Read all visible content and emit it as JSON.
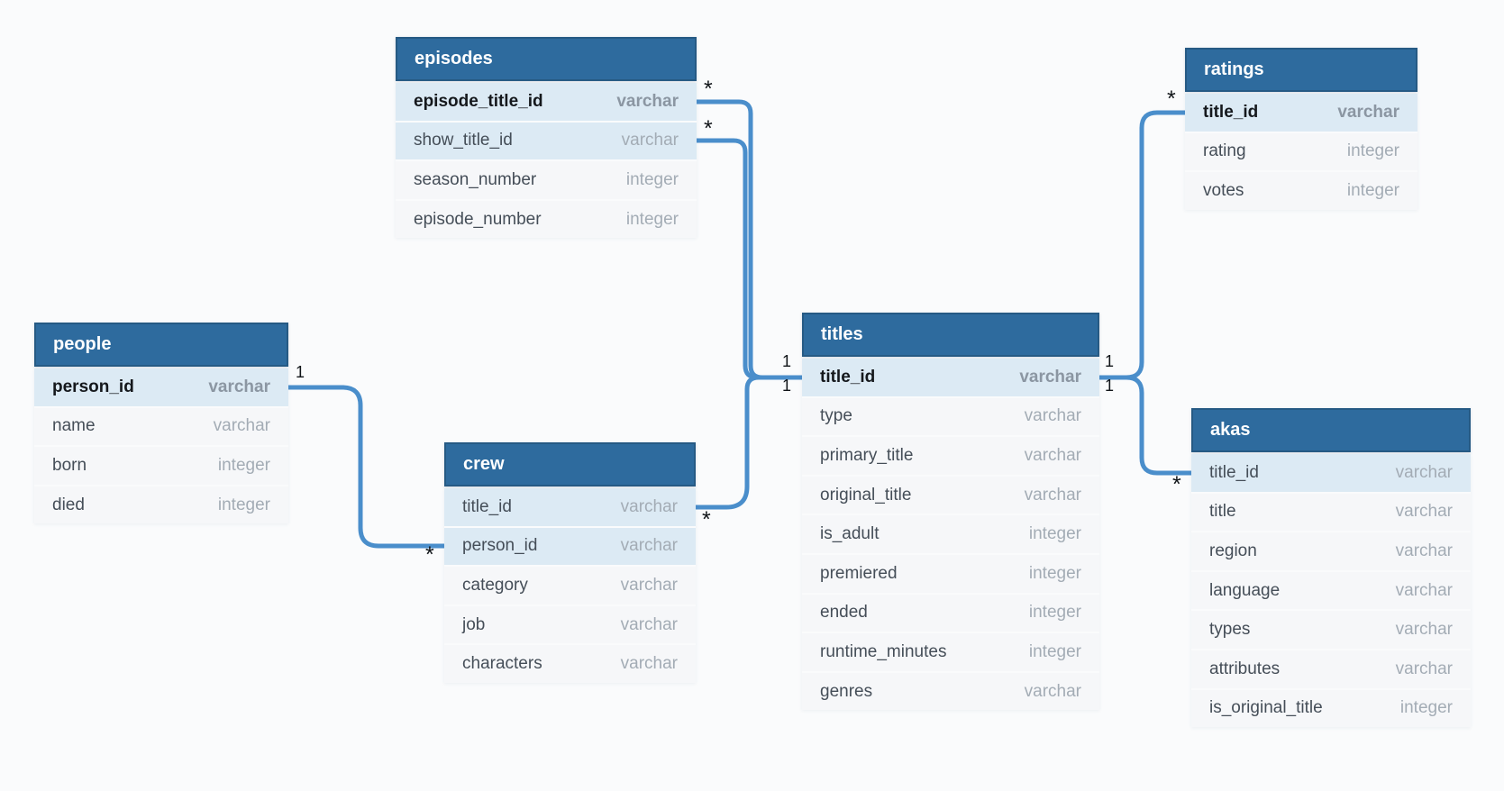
{
  "diagram": {
    "colors": {
      "background": "#fafbfc",
      "table_header": "#2e6b9e",
      "table_header_border": "#265a84",
      "key_row": "#dceaf4",
      "row": "#f6f7f9",
      "line": "#4a8ecb"
    },
    "tables": [
      {
        "id": "episodes",
        "title": "episodes",
        "columns": [
          {
            "name": "episode_title_id",
            "type": "varchar",
            "pk": true,
            "highlight": true
          },
          {
            "name": "show_title_id",
            "type": "varchar",
            "pk": false,
            "highlight": true
          },
          {
            "name": "season_number",
            "type": "integer",
            "pk": false,
            "highlight": false
          },
          {
            "name": "episode_number",
            "type": "integer",
            "pk": false,
            "highlight": false
          }
        ]
      },
      {
        "id": "ratings",
        "title": "ratings",
        "columns": [
          {
            "name": "title_id",
            "type": "varchar",
            "pk": true,
            "highlight": true
          },
          {
            "name": "rating",
            "type": "integer",
            "pk": false,
            "highlight": false
          },
          {
            "name": "votes",
            "type": "integer",
            "pk": false,
            "highlight": false
          }
        ]
      },
      {
        "id": "people",
        "title": "people",
        "columns": [
          {
            "name": "person_id",
            "type": "varchar",
            "pk": true,
            "highlight": true
          },
          {
            "name": "name",
            "type": "varchar",
            "pk": false,
            "highlight": false
          },
          {
            "name": "born",
            "type": "integer",
            "pk": false,
            "highlight": false
          },
          {
            "name": "died",
            "type": "integer",
            "pk": false,
            "highlight": false
          }
        ]
      },
      {
        "id": "crew",
        "title": "crew",
        "columns": [
          {
            "name": "title_id",
            "type": "varchar",
            "pk": false,
            "highlight": true
          },
          {
            "name": "person_id",
            "type": "varchar",
            "pk": false,
            "highlight": true
          },
          {
            "name": "category",
            "type": "varchar",
            "pk": false,
            "highlight": false
          },
          {
            "name": "job",
            "type": "varchar",
            "pk": false,
            "highlight": false
          },
          {
            "name": "characters",
            "type": "varchar",
            "pk": false,
            "highlight": false
          }
        ]
      },
      {
        "id": "titles",
        "title": "titles",
        "columns": [
          {
            "name": "title_id",
            "type": "varchar",
            "pk": true,
            "highlight": true
          },
          {
            "name": "type",
            "type": "varchar",
            "pk": false,
            "highlight": false
          },
          {
            "name": "primary_title",
            "type": "varchar",
            "pk": false,
            "highlight": false
          },
          {
            "name": "original_title",
            "type": "varchar",
            "pk": false,
            "highlight": false
          },
          {
            "name": "is_adult",
            "type": "integer",
            "pk": false,
            "highlight": false
          },
          {
            "name": "premiered",
            "type": "integer",
            "pk": false,
            "highlight": false
          },
          {
            "name": "ended",
            "type": "integer",
            "pk": false,
            "highlight": false
          },
          {
            "name": "runtime_minutes",
            "type": "integer",
            "pk": false,
            "highlight": false
          },
          {
            "name": "genres",
            "type": "varchar",
            "pk": false,
            "highlight": false
          }
        ]
      },
      {
        "id": "akas",
        "title": "akas",
        "columns": [
          {
            "name": "title_id",
            "type": "varchar",
            "pk": false,
            "highlight": true
          },
          {
            "name": "title",
            "type": "varchar",
            "pk": false,
            "highlight": false
          },
          {
            "name": "region",
            "type": "varchar",
            "pk": false,
            "highlight": false
          },
          {
            "name": "language",
            "type": "varchar",
            "pk": false,
            "highlight": false
          },
          {
            "name": "types",
            "type": "varchar",
            "pk": false,
            "highlight": false
          },
          {
            "name": "attributes",
            "type": "varchar",
            "pk": false,
            "highlight": false
          },
          {
            "name": "is_original_title",
            "type": "integer",
            "pk": false,
            "highlight": false
          }
        ]
      }
    ],
    "connections": [
      {
        "from": "people.person_id",
        "to": "crew.person_id",
        "from_card": "1",
        "to_card": "*"
      },
      {
        "from": "episodes.episode_title_id",
        "to": "titles.title_id",
        "from_card": "*",
        "to_card": "1"
      },
      {
        "from": "episodes.show_title_id",
        "to": "titles.title_id",
        "from_card": "*",
        "to_card": "1"
      },
      {
        "from": "crew.title_id",
        "to": "titles.title_id",
        "from_card": "*",
        "to_card": "1"
      },
      {
        "from": "titles.title_id",
        "to": "ratings.title_id",
        "from_card": "1",
        "to_card": "*"
      },
      {
        "from": "titles.title_id",
        "to": "akas.title_id",
        "from_card": "1",
        "to_card": "*"
      }
    ],
    "labels": [
      {
        "text": "1",
        "at": "people.person_id"
      },
      {
        "text": "*",
        "at": "crew.person_id"
      },
      {
        "text": "*",
        "at": "episodes.episode_title_id"
      },
      {
        "text": "*",
        "at": "episodes.show_title_id"
      },
      {
        "text": "1",
        "at": "titles.title_id-left-upper"
      },
      {
        "text": "1",
        "at": "titles.title_id-left-lower"
      },
      {
        "text": "*",
        "at": "crew.title_id"
      },
      {
        "text": "*",
        "at": "ratings.title_id"
      },
      {
        "text": "1",
        "at": "titles.title_id-right-upper"
      },
      {
        "text": "1",
        "at": "titles.title_id-right-lower"
      },
      {
        "text": "*",
        "at": "akas.title_id"
      }
    ]
  }
}
